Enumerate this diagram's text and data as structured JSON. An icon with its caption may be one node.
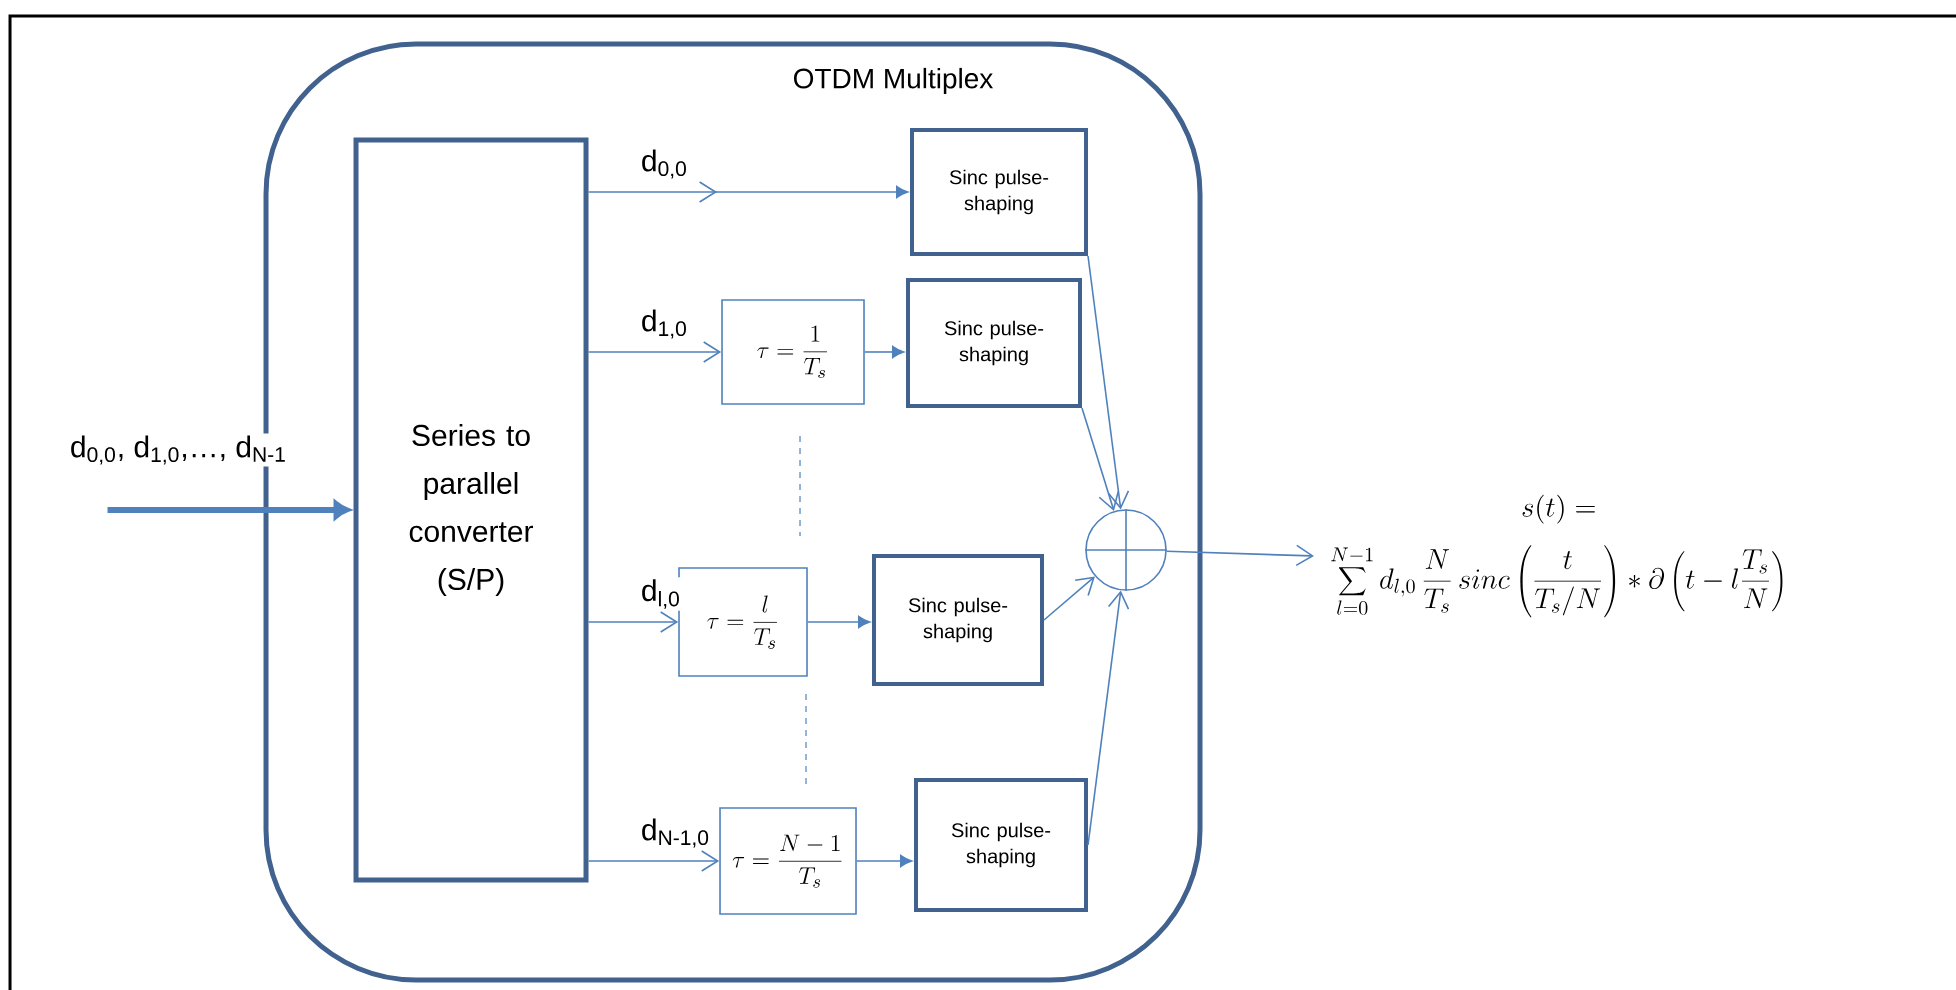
{
  "diagram": {
    "nodes": [
      {
        "text": [
          "OTDM Multiplex"
        ]
      },
      {
        "text": [
          "Series to parallel converter (S/P)"
        ],
        "in": 0
      },
      {
        "text": [
          "Sinc pulse-shaping"
        ],
        "in": 0
      },
      {
        "text": [
          "\\tau=\\frac{1}{T_s}"
        ],
        "in": 0
      },
      {
        "text": [
          "Sinc pulse-shaping"
        ],
        "in": 0
      },
      {
        "text": [
          "\\tau=\\frac{l}{T_s}"
        ],
        "in": 0
      },
      {
        "text": [
          "Sinc pulse-shaping"
        ],
        "in": 0
      },
      {
        "text": [
          "\\tau=\\frac{N-1}{T_s}"
        ],
        "in": 0
      },
      {
        "text": [
          "Sinc pulse-shaping"
        ],
        "in": 0
      },
      {
        "text": [],
        "shape": "circle",
        "in": 0
      },
      {
        "text": [
          "s(t) =",
          "\\sum_{l=0}^{N-1} d_{l,0}\\,\\frac{N}{T_s}\\,sinc\\left(\\frac{t}{T_s/N}\\right)*\\partial\\left(t-l\\frac{T_s}{N}\\right)"
        ]
      }
    ],
    "edges": [
      {
        "from": null,
        "to": 1,
        "arrow": "to",
        "label": "d$_{0,0}$, d$_{1,0}$,…, d$_{N-1}$",
        "style": "thick"
      },
      {
        "from": 1,
        "to": 2,
        "arrow": "to",
        "label": "d$_{0,0}$"
      },
      {
        "from": 1,
        "to": 3,
        "arrow": "to",
        "label": "d$_{1,0}$"
      },
      {
        "from": 3,
        "to": 4,
        "arrow": "to"
      },
      {
        "from": 1,
        "to": 5,
        "arrow": "to",
        "label": "d$_{l,0}$"
      },
      {
        "from": 5,
        "to": 6,
        "arrow": "to"
      },
      {
        "from": 1,
        "to": 7,
        "arrow": "to",
        "label": "d$_{N-1,0}$"
      },
      {
        "from": 7,
        "to": 8,
        "arrow": "to"
      },
      {
        "from": 2,
        "to": 9,
        "arrow": "to"
      },
      {
        "from": 4,
        "to": 9,
        "arrow": "to"
      },
      {
        "from": 6,
        "to": 9,
        "arrow": "to"
      },
      {
        "from": 8,
        "to": 9,
        "arrow": "to"
      },
      {
        "from": 9,
        "to": 10,
        "arrow": "to"
      }
    ]
  }
}
